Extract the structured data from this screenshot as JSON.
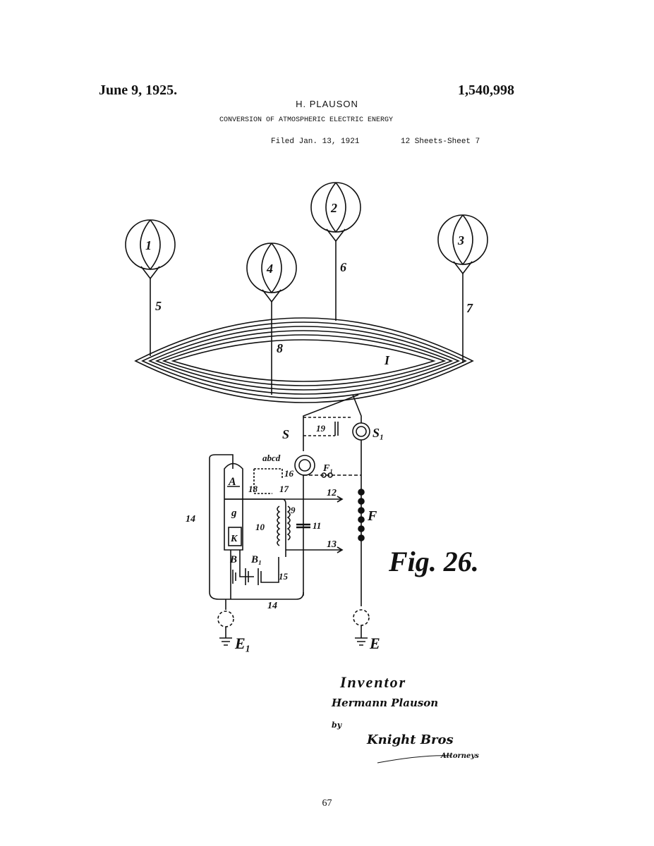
{
  "header": {
    "date": "June 9, 1925.",
    "patent_number": "1,540,998",
    "inventor": "H. PLAUSON",
    "title": "CONVERSION OF ATMOSPHERIC ELECTRIC ENERGY",
    "filed": "Filed Jan. 13, 1921",
    "sheets": "12 Sheets-Sheet 7"
  },
  "figure": {
    "caption": "Fig. 26.",
    "labels": {
      "b1": "1",
      "b2": "2",
      "b3": "3",
      "b4": "4",
      "l5": "5",
      "l6": "6",
      "l7": "7",
      "l8": "8",
      "lI": "I",
      "S": "S",
      "S1": "S₁",
      "l19": "19",
      "F1": "F₁",
      "abcd": "abcd",
      "l16": "16",
      "l17": "17",
      "l18": "18",
      "A": "A",
      "l12": "12",
      "g": "g",
      "l9": "9",
      "l10": "10",
      "l11": "11",
      "l14a": "14",
      "K": "K",
      "l13": "13",
      "B": "B",
      "B1": "B₁",
      "l15": "15",
      "l14b": "14",
      "F": "F",
      "E1": "E₁",
      "E": "E"
    }
  },
  "signature": {
    "inventor_heading": "Inventor",
    "inventor_name": "Hermann Plauson",
    "by": "by",
    "attorney": "Knight Bros",
    "attorney_role": "Attorneys"
  },
  "page_number": "67"
}
